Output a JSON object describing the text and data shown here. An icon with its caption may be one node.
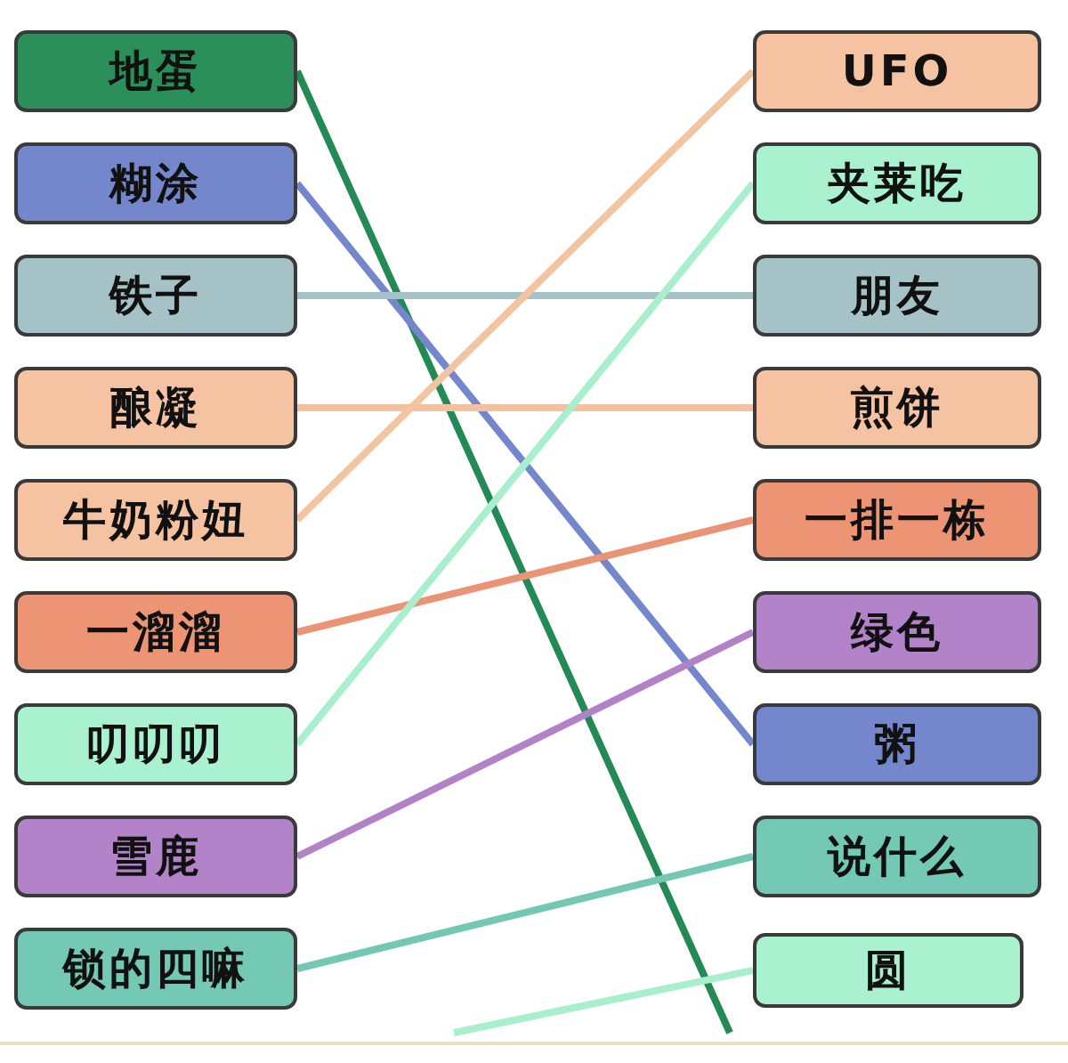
{
  "diagram": {
    "nodes": [
      {
        "text": [
          "地蛋"
        ]
      },
      {
        "text": [
          "糊涂"
        ]
      },
      {
        "text": [
          "铁子"
        ]
      },
      {
        "text": [
          "酿凝"
        ]
      },
      {
        "text": [
          "牛奶粉妞"
        ]
      },
      {
        "text": [
          "一溜溜"
        ]
      },
      {
        "text": [
          "叨叨叨"
        ]
      },
      {
        "text": [
          "雪鹿"
        ]
      },
      {
        "text": [
          "锁的四嘛"
        ]
      },
      {
        "text": [
          "UFO"
        ]
      },
      {
        "text": [
          "夹莱吃"
        ]
      },
      {
        "text": [
          "朋友"
        ]
      },
      {
        "text": [
          "煎饼"
        ]
      },
      {
        "text": [
          "一排一栋"
        ]
      },
      {
        "text": [
          "绿色"
        ]
      },
      {
        "text": [
          "粥"
        ]
      },
      {
        "text": [
          "说什么"
        ]
      },
      {
        "text": [
          "圆"
        ]
      }
    ],
    "edges": [
      {
        "from": 0,
        "to": null,
        "arrow": "none",
        "color": "#238a55"
      },
      {
        "from": 1,
        "to": 15,
        "arrow": "none",
        "color": "#7486cc"
      },
      {
        "from": 2,
        "to": 11,
        "arrow": "none",
        "color": "#a5c3c6"
      },
      {
        "from": 3,
        "to": 12,
        "arrow": "none",
        "color": "#f4c1a0"
      },
      {
        "from": 4,
        "to": 9,
        "arrow": "none",
        "color": "#f2c49f"
      },
      {
        "from": 5,
        "to": 13,
        "arrow": "none",
        "color": "#eb9475"
      },
      {
        "from": 6,
        "to": 10,
        "arrow": "none",
        "color": "#a8f0cd"
      },
      {
        "from": 7,
        "to": 14,
        "arrow": "none",
        "color": "#b182c8"
      },
      {
        "from": 8,
        "to": 16,
        "arrow": "none",
        "color": "#72c8b3"
      },
      {
        "from": 17,
        "to": null,
        "arrow": "none",
        "color": "#a8f0cd"
      }
    ]
  }
}
